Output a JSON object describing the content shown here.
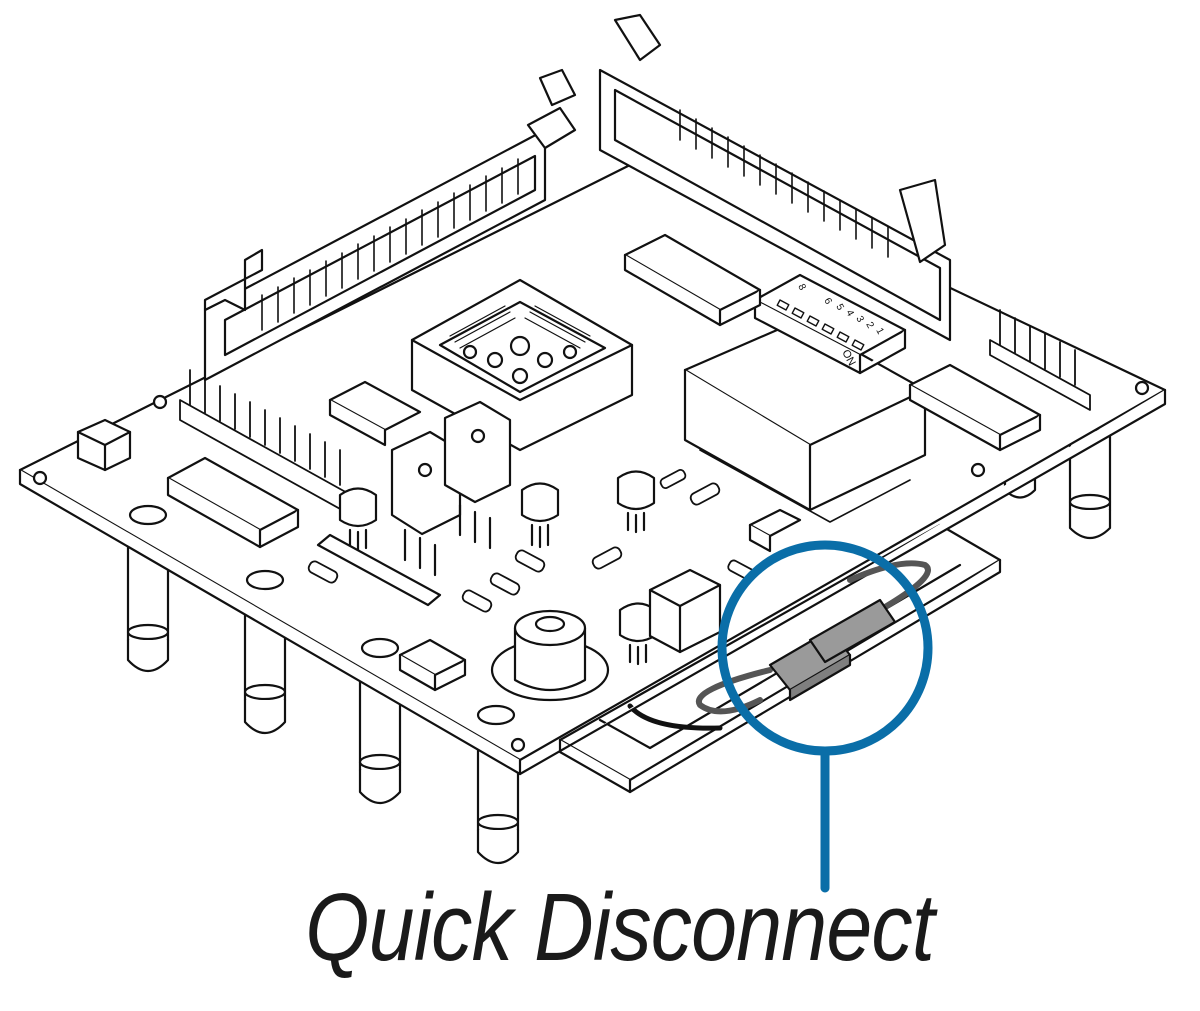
{
  "callout": {
    "label": "Quick Disconnect",
    "color": "#0a6ea8"
  },
  "dip_switch": {
    "on_label": "ON",
    "numbers": [
      "1",
      "2",
      "3",
      "4",
      "5",
      "6",
      "8"
    ]
  },
  "colors": {
    "line": "#111111",
    "board": "#ffffff",
    "connector_fill": "#9a9a9a"
  }
}
